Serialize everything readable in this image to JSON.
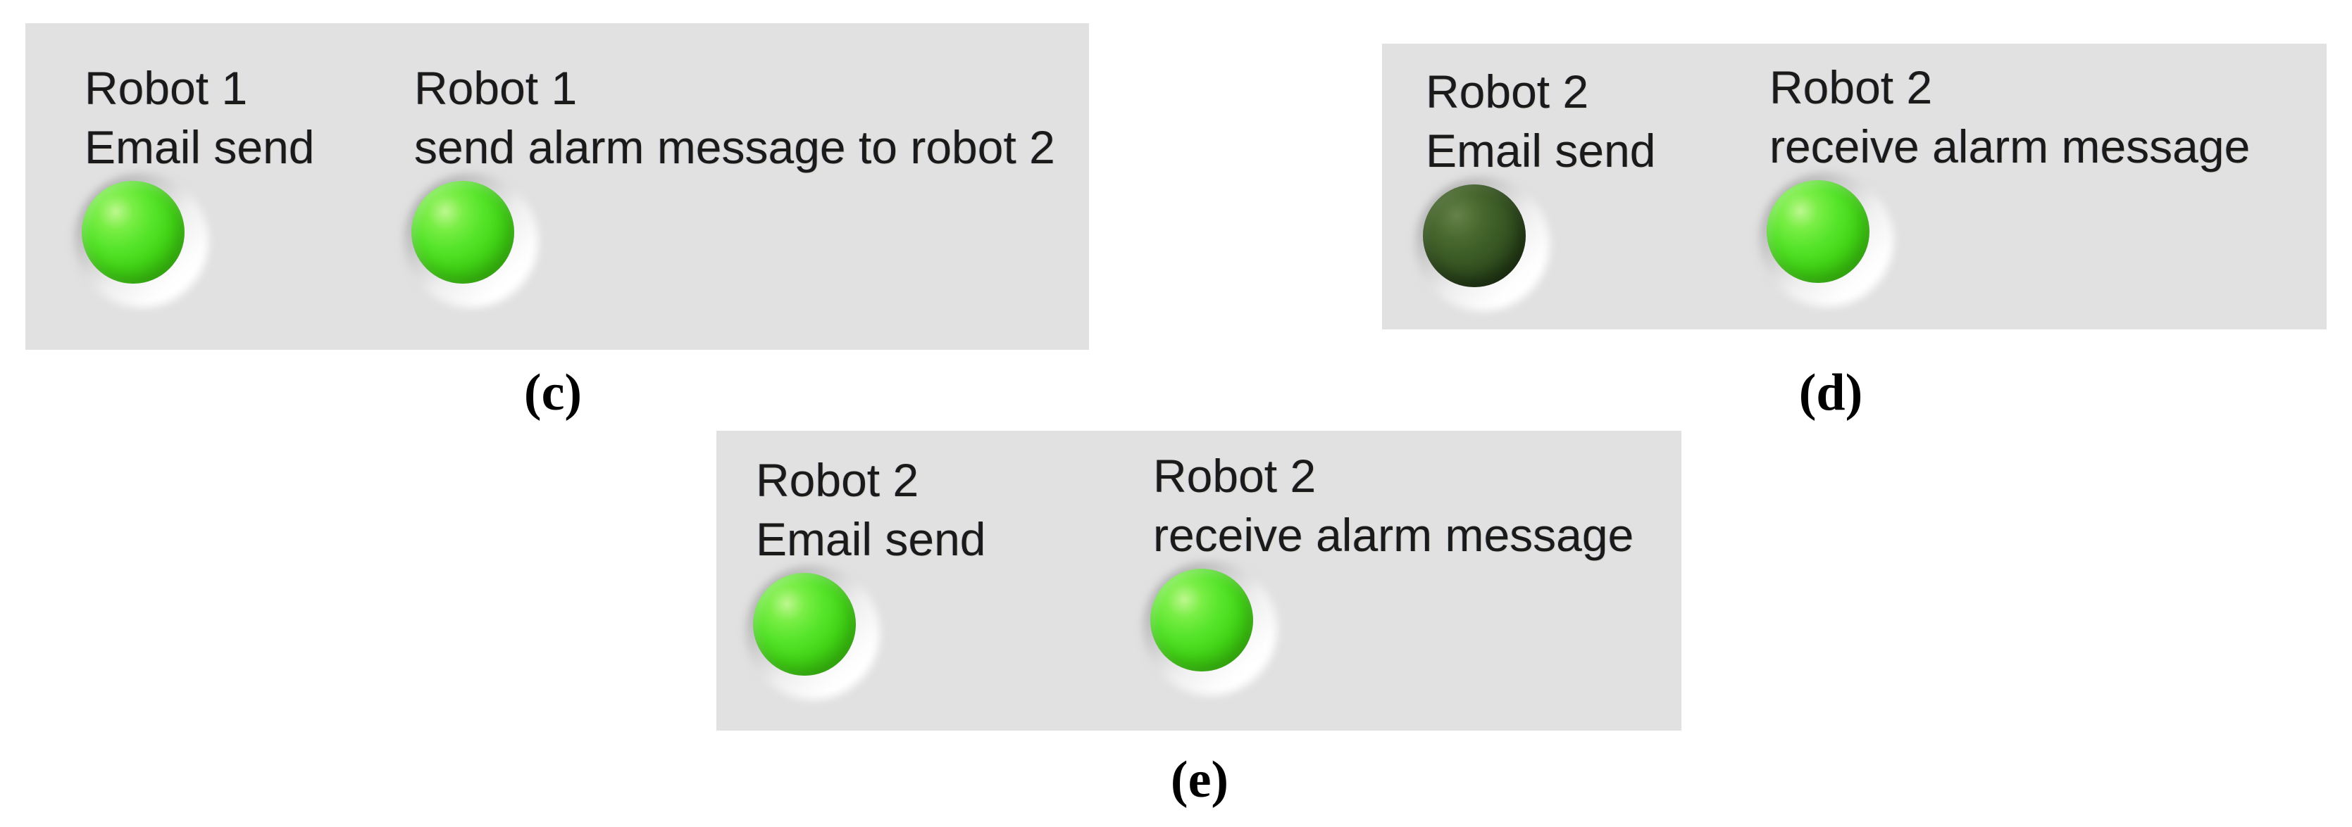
{
  "figure": {
    "panels": [
      {
        "id": "c",
        "caption": "(c)",
        "indicators": [
          {
            "label_line1": "Robot 1",
            "label_line2": "Email send",
            "state": "on"
          },
          {
            "label_line1": "Robot 1",
            "label_line2": "send alarm message to robot 2",
            "state": "on"
          }
        ]
      },
      {
        "id": "d",
        "caption": "(d)",
        "indicators": [
          {
            "label_line1": "Robot 2",
            "label_line2": "Email send",
            "state": "off"
          },
          {
            "label_line1": "Robot 2",
            "label_line2": "receive alarm message",
            "state": "on"
          }
        ]
      },
      {
        "id": "e",
        "caption": "(e)",
        "indicators": [
          {
            "label_line1": "Robot 2",
            "label_line2": "Email send",
            "state": "on"
          },
          {
            "label_line1": "Robot 2",
            "label_line2": "receive alarm message",
            "state": "on"
          }
        ]
      }
    ],
    "colors": {
      "panel_background": "#e1e1e1",
      "label_text": "#1a1a1a",
      "led_on_green": "#41d315",
      "led_off_dark_green": "#2e4b1d",
      "caption_text": "#000000"
    }
  }
}
